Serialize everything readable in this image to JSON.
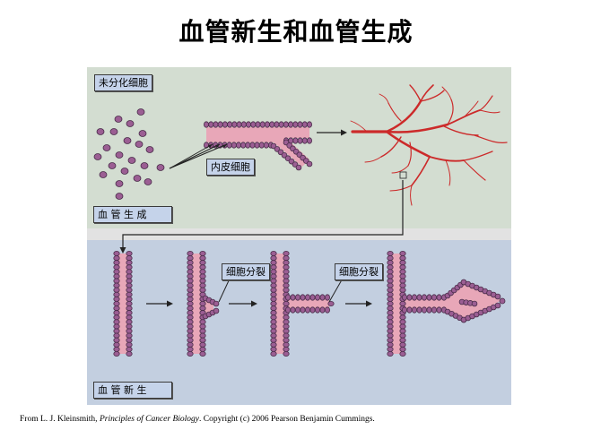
{
  "title": "血管新生和血管生成",
  "labels": {
    "undiff_cells": "未分化细胞",
    "endothelial": "内皮细胞",
    "vasculogenesis": "血 管 生 成",
    "division1": "细胞分裂",
    "division2": "细胞分裂",
    "angiogenesis": "血 管 新 生"
  },
  "caption": {
    "prefix": "From L. J. Kleinsmith, ",
    "book": "Principles of Cancer Biology",
    "suffix": ". Copyright (c) 2006 Pearson Benjamin Cummings."
  },
  "colors": {
    "top_panel": "#d3ddd1",
    "bottom_panel": "#c3cfe0",
    "separator": "#e2e2e2",
    "vessel_fill": "#e8a7b8",
    "cell_fill": "#9b5e93",
    "cell_stroke": "#4a2d4a",
    "tree": "#cc2a2a",
    "label_bg": "#c5d3ea"
  },
  "icons": [
    "arrow-right-icon",
    "connector-arrow-icon"
  ]
}
